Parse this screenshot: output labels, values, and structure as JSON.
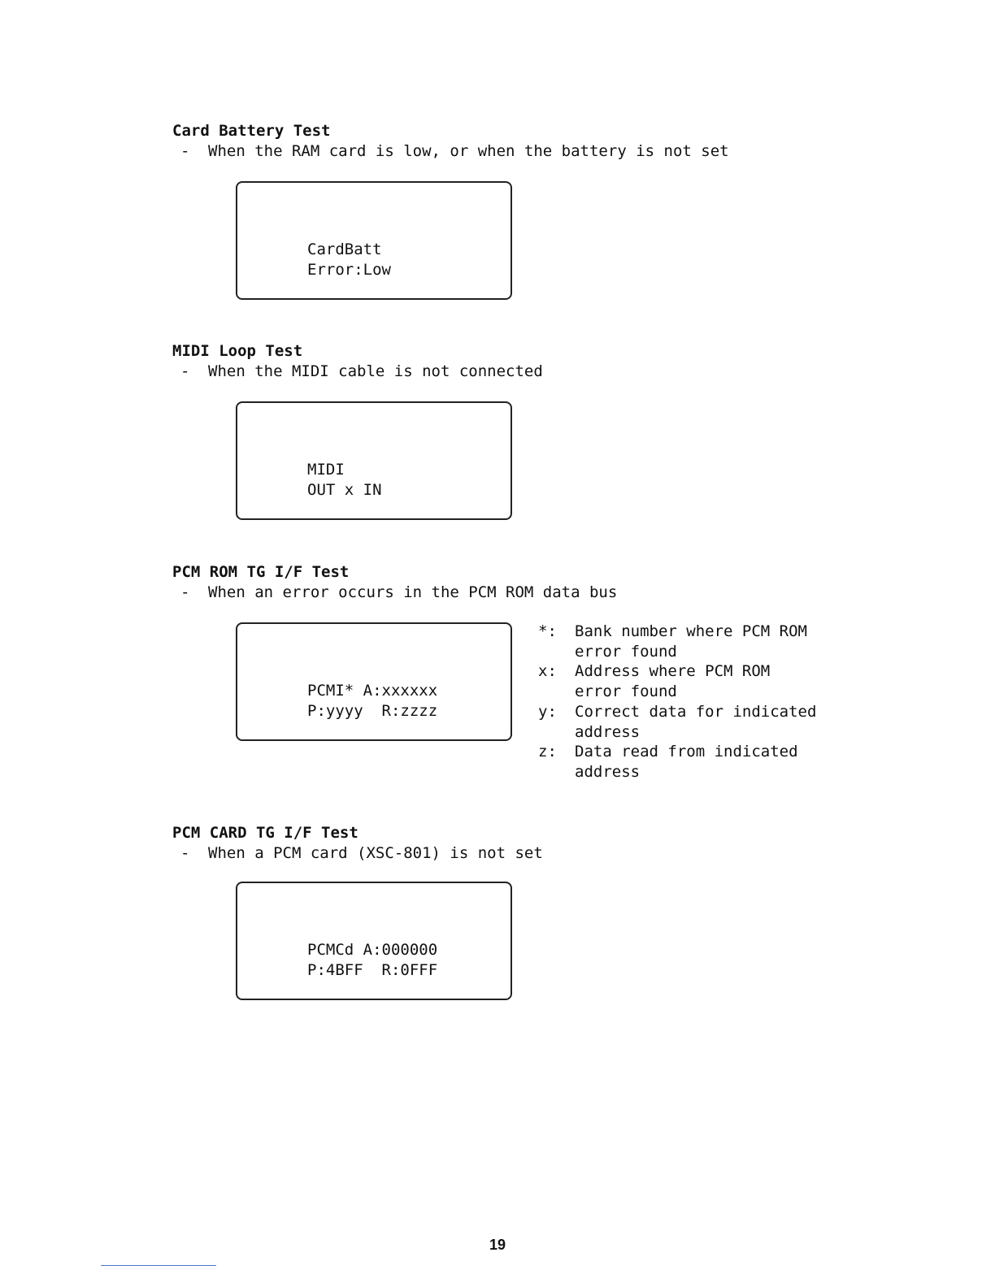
{
  "sections": [
    {
      "title": "Card Battery Test",
      "dash": "-",
      "description": "When the RAM card is low, or when the battery is not set",
      "display_lines": [
        "CardBatt",
        "Error:Low"
      ]
    },
    {
      "title": "MIDI Loop Test",
      "dash": "-",
      "description": "When the MIDI cable is not connected",
      "display_lines": [
        "MIDI",
        "OUT x IN"
      ]
    },
    {
      "title": "PCM ROM TG I/F Test",
      "dash": "-",
      "description": "When an error occurs in the PCM ROM data bus",
      "display_lines": [
        "PCMI* A:xxxxxx",
        "P:yyyy  R:zzzz"
      ],
      "legend": [
        {
          "key": "*:",
          "text": "Bank number where PCM ROM error found"
        },
        {
          "key": "x:",
          "text": "Address where PCM ROM error found"
        },
        {
          "key": "y:",
          "text": "Correct data for indicated address"
        },
        {
          "key": "z:",
          "text": "Data read from indicated address"
        }
      ]
    },
    {
      "title": "PCM CARD TG I/F Test",
      "dash": "-",
      "description": "When a PCM card (XSC-801) is not set",
      "display_lines": [
        "PCMCd A:000000",
        "P:4BFF  R:0FFF"
      ]
    }
  ],
  "page_number": "19"
}
